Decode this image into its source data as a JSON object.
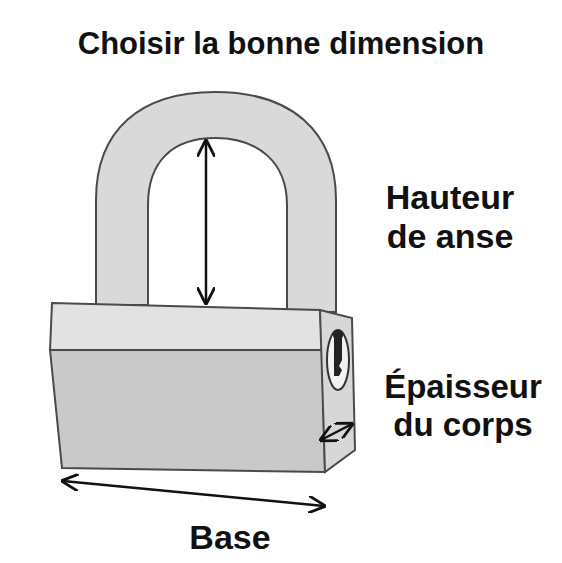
{
  "diagram": {
    "title": "Choisir la bonne dimension",
    "labels": [
      "Hauteur de anse",
      "Épaisseur du corps",
      "Base"
    ]
  }
}
